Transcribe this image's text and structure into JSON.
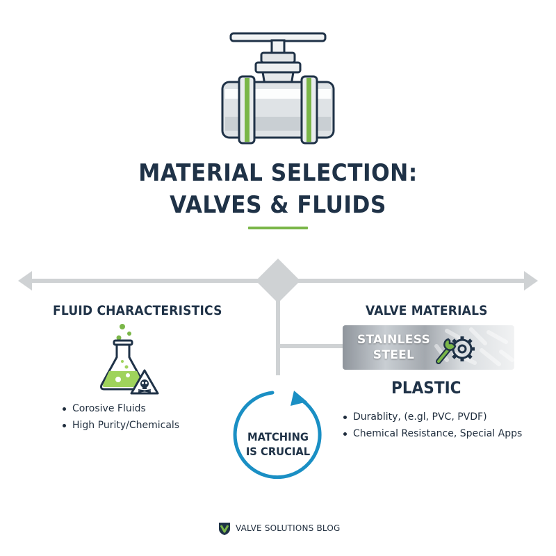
{
  "title": {
    "line1": "MATERIAL SELECTION:",
    "line2": "VALVES & FLUIDS"
  },
  "fluid": {
    "heading": "FLUID CHARACTERISTICS",
    "bullets": [
      "Corosive Fluids",
      "High Purity/Chemicals"
    ]
  },
  "valve": {
    "heading": "VALVE MATERIALS",
    "steel_label": "STAINLESS STEEL",
    "plastic_label": "PLASTIC",
    "bullets": [
      "Durablity, (e.gl, PVC, PVDF)",
      "Chemical Resistance, Special Apps"
    ]
  },
  "center": {
    "label_line1": "MATCHING",
    "label_line2": "IS CRUCIAL"
  },
  "footer": {
    "brand": "VALVE SOLUTIONS BLOG"
  },
  "colors": {
    "navy": "#1f3247",
    "green": "#7ab648",
    "blue_ring": "#1a8fc4",
    "line_gray": "#cfd2d4"
  },
  "icons": [
    "valve-icon",
    "flask-icon",
    "hazard-skull-icon",
    "wrench-gear-icon",
    "cycle-arrow-icon",
    "brand-logo-icon"
  ]
}
